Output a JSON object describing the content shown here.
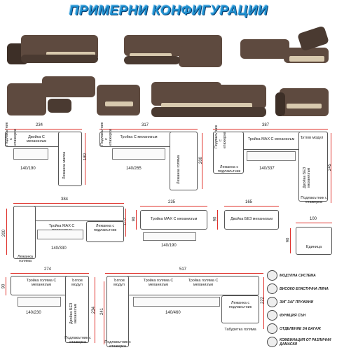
{
  "title": "ПРИМЕРНИ КОНФИГУРАЦИИ",
  "colors": {
    "title_blue": "#1e90d0",
    "dim_red": "#e0302a",
    "sofa_brown": "#5e4a3f",
    "sofa_cream": "#d8c9ae"
  },
  "photos": [
    "sofa-photo-1",
    "sofa-photo-2",
    "sofa-photo-3",
    "sofa-photo-4",
    "sofa-photo-5",
    "sofa-photo-6"
  ],
  "configs": [
    {
      "width": "234",
      "height": "180",
      "parts": [
        "Подлакътник с етажерка",
        "Двойка С механизъм",
        "Лежанка малка"
      ],
      "sub": "140/190"
    },
    {
      "width": "317",
      "height": "200",
      "parts": [
        "Подлакътник с етажерка",
        "Тройка С механизъм",
        "Лежанка голяма"
      ],
      "sub": "140/265"
    },
    {
      "width": "387",
      "height": "245",
      "parts": [
        "Подлакътник с етажерка",
        "Тройка МАХ С механизъм",
        "Ъглов модул",
        "Лежанка с подлакътник",
        "Двойка БЕЗ механизъм",
        "Подлакътник с етажерка"
      ],
      "sub": "140/337"
    },
    {
      "width": "384",
      "height": "170",
      "side": "200",
      "parts": [
        "Тройка МАХ С механизъм",
        "Лежанка с подлакътник",
        "Лежанка голяма"
      ],
      "sub": "140/330"
    },
    {
      "width": "235",
      "height": "90",
      "parts": [
        "Тройка МАХ С механизъм"
      ],
      "sub": "140/190"
    },
    {
      "width": "165",
      "height": "90",
      "parts": [
        "Двойка БЕЗ механизъм"
      ]
    },
    {
      "width": "100",
      "height": "90",
      "parts": [
        "Единица"
      ]
    },
    {
      "width": "274",
      "height": "234",
      "side": "90",
      "parts": [
        "Тройка голяма С механизъм",
        "Ъглов модул",
        "Двойка БЕЗ механизъм",
        "Подлакътник с етажерка"
      ],
      "sub": "140/230"
    },
    {
      "width": "517",
      "height": "241",
      "side": "222",
      "parts": [
        "Ъглов модул",
        "Тройка голяма С механизъм",
        "Тройка голяма С механизъм",
        "Лежанка с подлакътник",
        "Табуретка голяма",
        "Подлакътник с етажерка"
      ],
      "sub": "140/460"
    }
  ],
  "legend": [
    "МОДУЛНА СИСТЕМА",
    "ВИСОКО ЕЛАСТИЧНА ПЯНА",
    "ЗИГ ЗАГ ПРУЖИНИ",
    "ФУНКЦИЯ СЪН",
    "ОТДЕЛЕНИЕ ЗА БАГАЖ",
    "КОМБИНАЦИЯ ОТ РАЗЛИЧНИ ДАМАСКИ"
  ]
}
